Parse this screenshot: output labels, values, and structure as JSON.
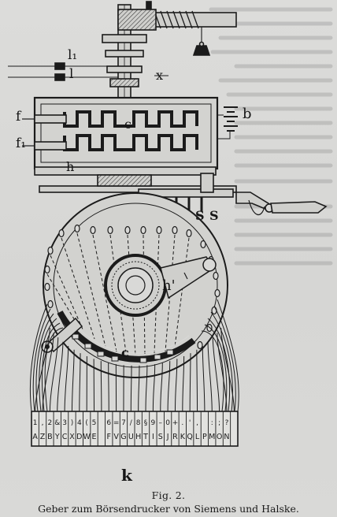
{
  "labels": {
    "l1": "l₁",
    "l": "l",
    "x": "x",
    "f": "f",
    "f1": "f₁",
    "c_top": "c",
    "b": "b",
    "h_top": "h",
    "s1": "S",
    "s2": "S",
    "h_wheel": "h'",
    "c_wheel": "c",
    "k": "k"
  },
  "keyboard": {
    "top_row": [
      "1",
      ",",
      "2",
      "&",
      "3",
      ")",
      "4",
      "(",
      "5",
      "",
      "6",
      "=",
      "7",
      "/",
      "8",
      "§",
      "9",
      "–",
      "0",
      "+",
      ".",
      "'",
      ",",
      "",
      ":",
      ";",
      "?",
      ""
    ],
    "bottom_row": [
      "A",
      "Z",
      "B",
      "Y",
      "C",
      "X",
      "D",
      "W",
      "E",
      "",
      "F",
      "V",
      "G",
      "U",
      "H",
      "T",
      "I",
      "S",
      "J",
      "R",
      "K",
      "Q",
      "L",
      "P",
      "M",
      "O",
      "N",
      ""
    ]
  },
  "caption": {
    "figure_number": "Fig. 2.",
    "title": "Geber zum Börsendrucker von Siemens und Halske."
  }
}
